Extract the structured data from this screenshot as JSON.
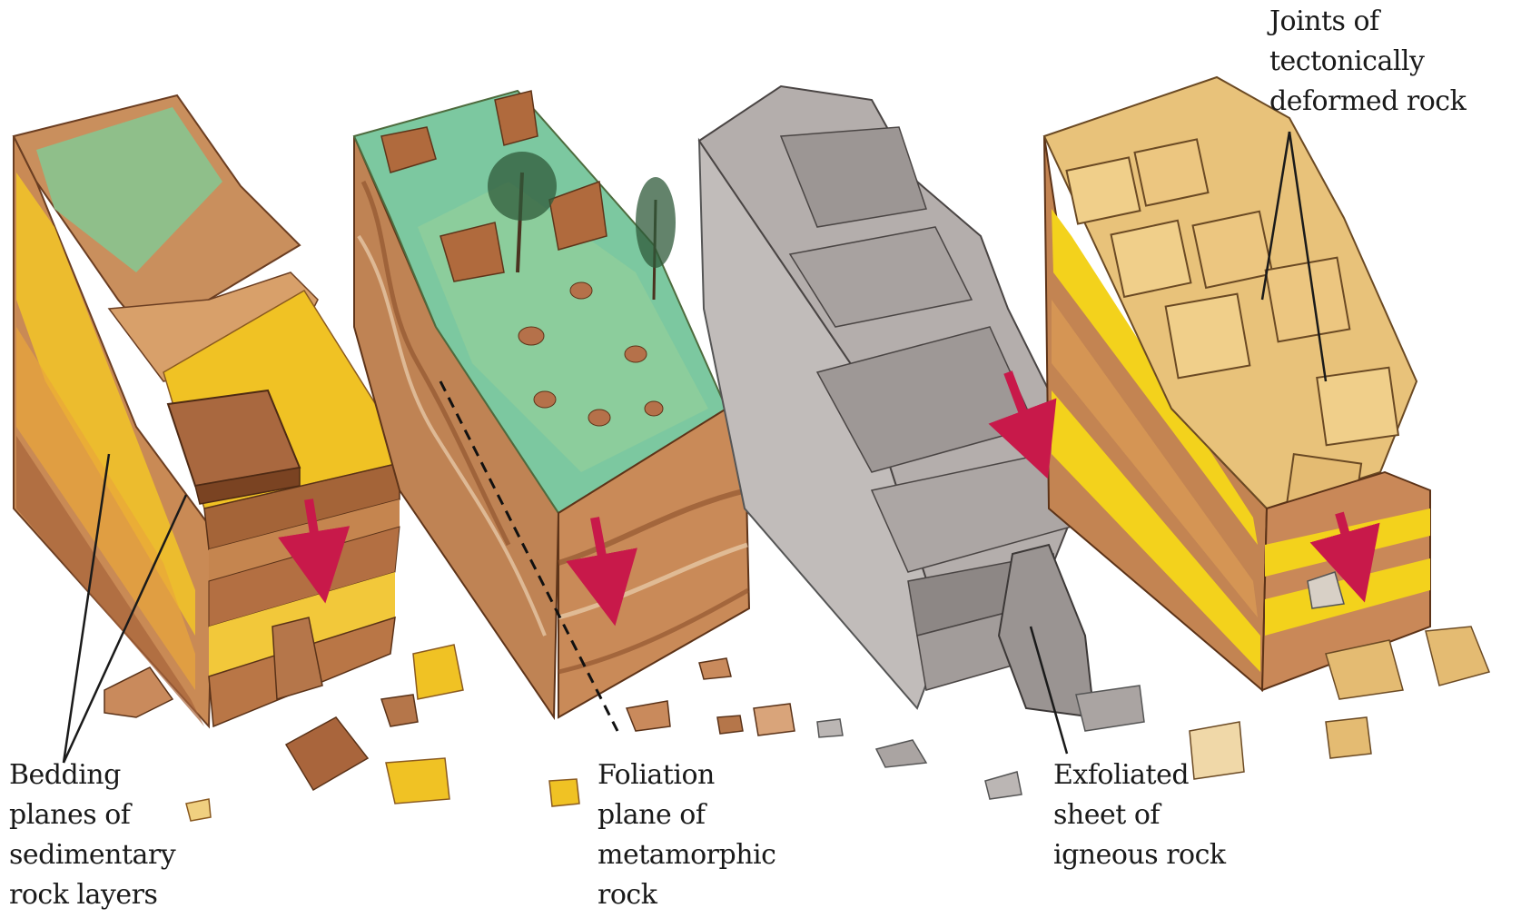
{
  "labels": {
    "bedding": [
      "Bedding",
      "planes of",
      "sedimentary",
      "rock layers"
    ],
    "foliation": [
      "Foliation",
      "plane of",
      "metamorphic",
      "rock"
    ],
    "exfoliated": [
      "Exfoliated",
      "sheet of",
      "igneous rock"
    ],
    "joints": [
      "Joints of",
      "tectonically",
      "deformed rock"
    ]
  },
  "blocks": [
    {
      "name": "sedimentary",
      "top_color": "#8fbf8a",
      "side_color": "#b5764a",
      "layer_color": "#f2c428"
    },
    {
      "name": "metamorphic",
      "top_color": "#7cc8a0",
      "side_color": "#b77a4f",
      "layer_color": "#d9a37a"
    },
    {
      "name": "igneous",
      "top_color": "#c9c4c2",
      "side_color": "#a9a3a1",
      "layer_color": "#8e8886"
    },
    {
      "name": "jointed",
      "top_color": "#e8c27a",
      "side_color": "#b97a4e",
      "layer_color": "#f3d21c"
    }
  ],
  "arrow_color": "#c8194a"
}
